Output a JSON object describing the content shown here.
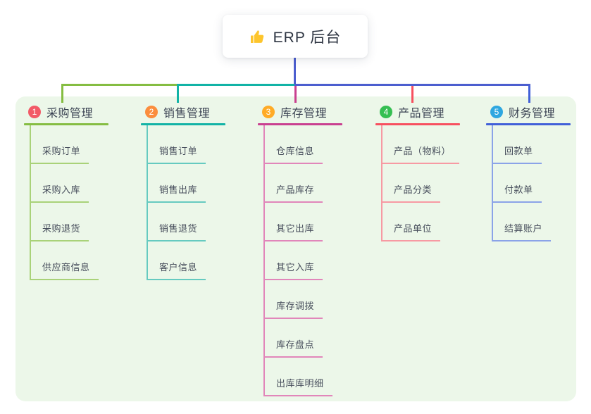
{
  "root": {
    "label": "ERP 后台",
    "icon": "thumbs-up-icon",
    "icon_color": "#fdc52c"
  },
  "canvas": {
    "background": "#ffffff",
    "container_background": "#ecf7e9",
    "root_connector_color": "#4c5ecf"
  },
  "branches": [
    {
      "number": "1",
      "label": "采购管理",
      "badge_color": "#f25a67",
      "line_color": "#85bd42",
      "child_line_color": "#a9d279",
      "children": [
        "采购订单",
        "采购入库",
        "采购退货",
        "供应商信息"
      ]
    },
    {
      "number": "2",
      "label": "销售管理",
      "badge_color": "#fb8d3d",
      "line_color": "#12b3a6",
      "child_line_color": "#66cac0",
      "children": [
        "销售订单",
        "销售出库",
        "销售退货",
        "客户信息"
      ]
    },
    {
      "number": "3",
      "label": "库存管理",
      "badge_color": "#ffab26",
      "line_color": "#c94090",
      "child_line_color": "#e186ba",
      "children": [
        "仓库信息",
        "产品库存",
        "其它出库",
        "其它入库",
        "库存调拨",
        "库存盘点",
        "出库库明细"
      ]
    },
    {
      "number": "4",
      "label": "产品管理",
      "badge_color": "#35bf52",
      "line_color": "#f7505f",
      "child_line_color": "#f79aa3",
      "children": [
        "产品（物料）",
        "产品分类",
        "产品单位"
      ]
    },
    {
      "number": "5",
      "label": "财务管理",
      "badge_color": "#2ea7e0",
      "line_color": "#4160d8",
      "child_line_color": "#8ba3e8",
      "children": [
        "回款单",
        "付款单",
        "结算账户"
      ]
    }
  ]
}
